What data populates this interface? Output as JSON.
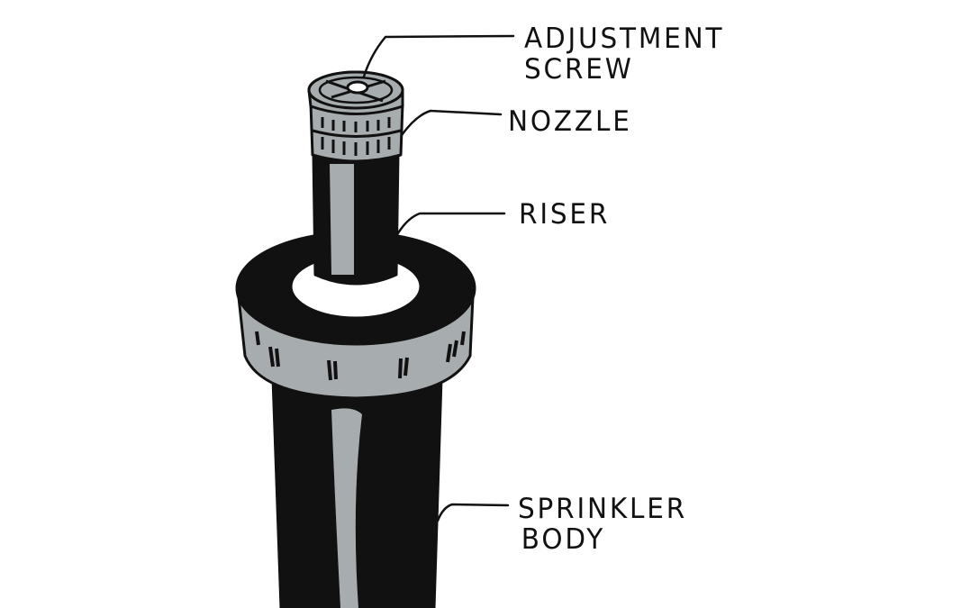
{
  "labels": {
    "adjustment_screw_line1": "ADJUSTMENT",
    "adjustment_screw_line2": "SCREW",
    "nozzle": "NOZZLE",
    "riser": "RISER",
    "sprinkler_body_line1": "SPRINKLER",
    "sprinkler_body_line2": "BODY"
  },
  "colors": {
    "ink": "#111111",
    "gray": "#a7adae",
    "white": "#ffffff"
  }
}
